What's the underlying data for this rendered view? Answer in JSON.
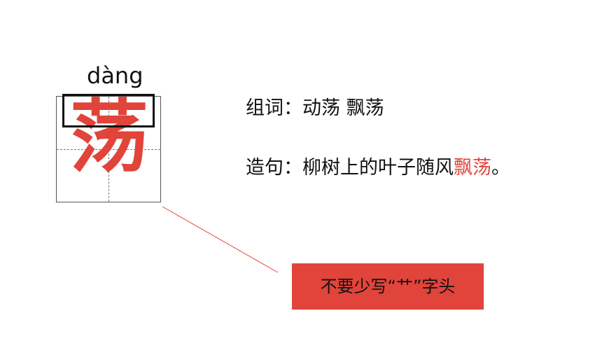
{
  "character": {
    "pinyin": "dàng",
    "hanzi": "荡"
  },
  "words": {
    "label": "组词：",
    "items": "动荡  飘荡"
  },
  "sentence": {
    "label": "造句：",
    "text": "柳树上的叶子随风",
    "highlight": "飘荡",
    "ending": "。"
  },
  "note": {
    "text": "不要少写“艹”字头"
  },
  "colors": {
    "accent": "#e1443a",
    "text": "#111111"
  }
}
